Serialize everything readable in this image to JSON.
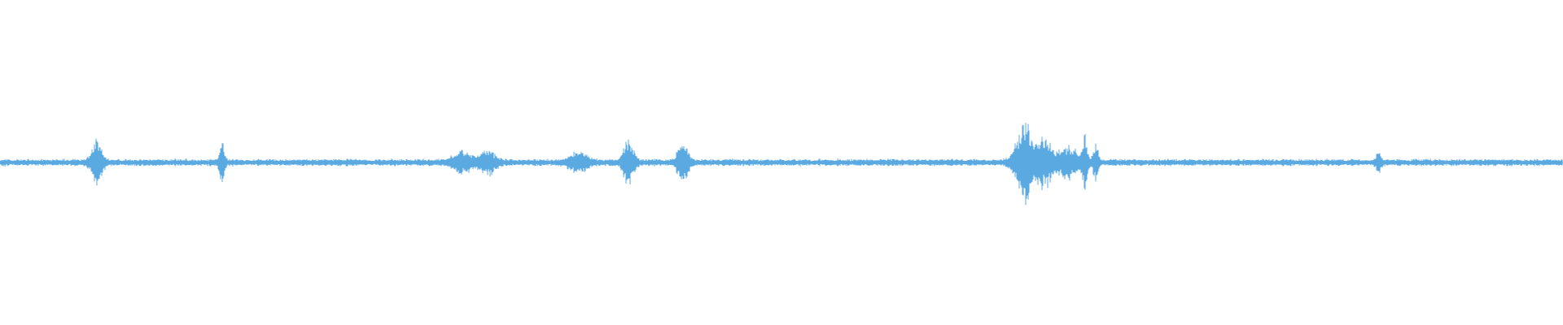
{
  "waveform": {
    "color": "#5aa9e0",
    "background": "#ffffff",
    "baseline_amplitude": 0.012,
    "bursts": [
      {
        "center": 0.062,
        "width": 0.004,
        "amplitude": 0.08
      },
      {
        "center": 0.142,
        "width": 0.002,
        "amplitude": 0.07
      },
      {
        "center": 0.295,
        "width": 0.007,
        "amplitude": 0.035
      },
      {
        "center": 0.312,
        "width": 0.006,
        "amplitude": 0.04
      },
      {
        "center": 0.37,
        "width": 0.007,
        "amplitude": 0.03
      },
      {
        "center": 0.402,
        "width": 0.004,
        "amplitude": 0.075
      },
      {
        "center": 0.437,
        "width": 0.004,
        "amplitude": 0.07
      },
      {
        "center": 0.655,
        "width": 0.006,
        "amplitude": 0.14
      },
      {
        "center": 0.668,
        "width": 0.006,
        "amplitude": 0.085
      },
      {
        "center": 0.683,
        "width": 0.007,
        "amplitude": 0.055
      },
      {
        "center": 0.694,
        "width": 0.002,
        "amplitude": 0.09
      },
      {
        "center": 0.701,
        "width": 0.002,
        "amplitude": 0.06
      },
      {
        "center": 0.882,
        "width": 0.002,
        "amplitude": 0.03
      }
    ]
  }
}
